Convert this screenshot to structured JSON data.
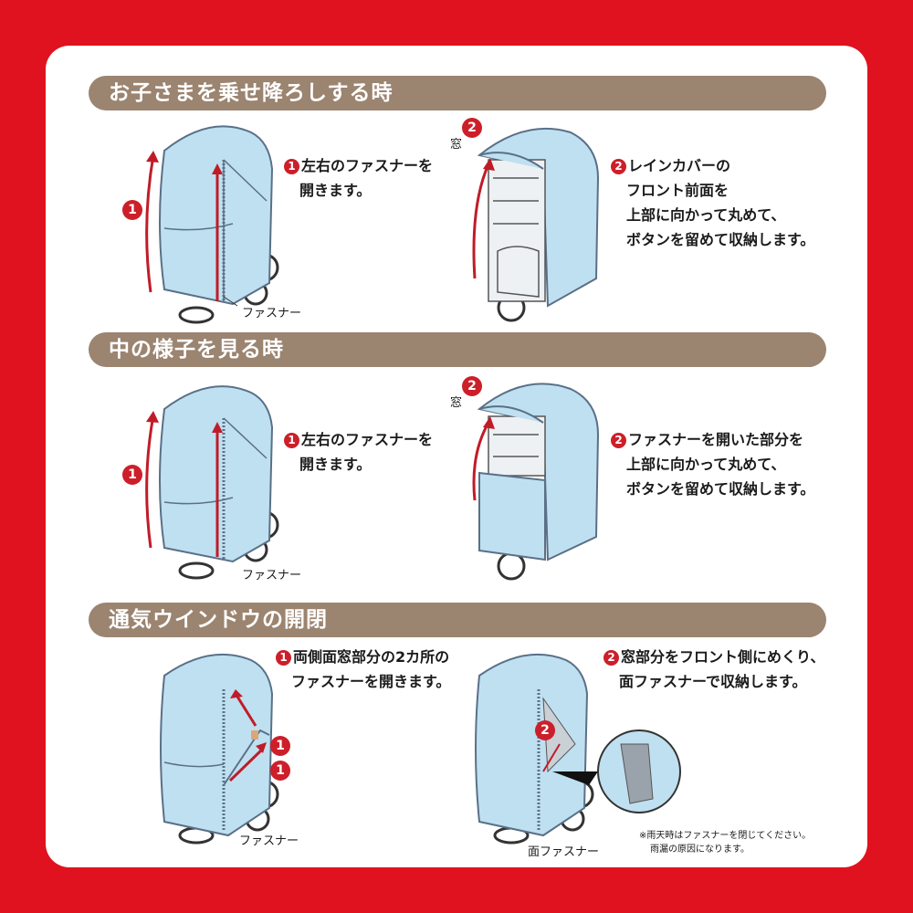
{
  "colors": {
    "background": "#e0121f",
    "section_band": "#9b8470",
    "accent": "#cc1f2a",
    "cover": "#bfe0f0",
    "cover_line": "#5a7088"
  },
  "sections": [
    {
      "title": "お子さまを乗せ降ろしする時",
      "step1": {
        "num": "1",
        "lines": [
          "左右のファスナーを",
          "開きます。"
        ]
      },
      "step1_marker": "1",
      "zipper_label": "ファスナー",
      "step2": {
        "num": "2",
        "lines": [
          "レインカバーの",
          "フロント前面を",
          "上部に向かって丸めて、",
          "ボタンを留めて収納します。"
        ]
      },
      "window_marker": "2",
      "window_label": "窓"
    },
    {
      "title": "中の様子を見る時",
      "step1": {
        "num": "1",
        "lines": [
          "左右のファスナーを",
          "開きます。"
        ]
      },
      "step1_marker": "1",
      "zipper_label": "ファスナー",
      "step2": {
        "num": "2",
        "lines": [
          "ファスナーを開いた部分を",
          "上部に向かって丸めて、",
          "ボタンを留めて収納します。"
        ]
      },
      "window_marker": "2",
      "window_label": "窓"
    },
    {
      "title": "通気ウインドウの開閉",
      "step1": {
        "num": "1",
        "lines": [
          "両側面窓部分の2カ所の",
          "ファスナーを開きます。"
        ]
      },
      "step1_markers": [
        "1",
        "1"
      ],
      "zipper_label": "ファスナー",
      "step2": {
        "num": "2",
        "lines": [
          "窓部分をフロント側にめくり、",
          "面ファスナーで収納します。"
        ]
      },
      "step2_marker": "2",
      "surface_zipper_label": "面ファスナー",
      "note": [
        "※雨天時はファスナーを閉じてください。",
        "雨漏の原因になります。"
      ]
    }
  ]
}
